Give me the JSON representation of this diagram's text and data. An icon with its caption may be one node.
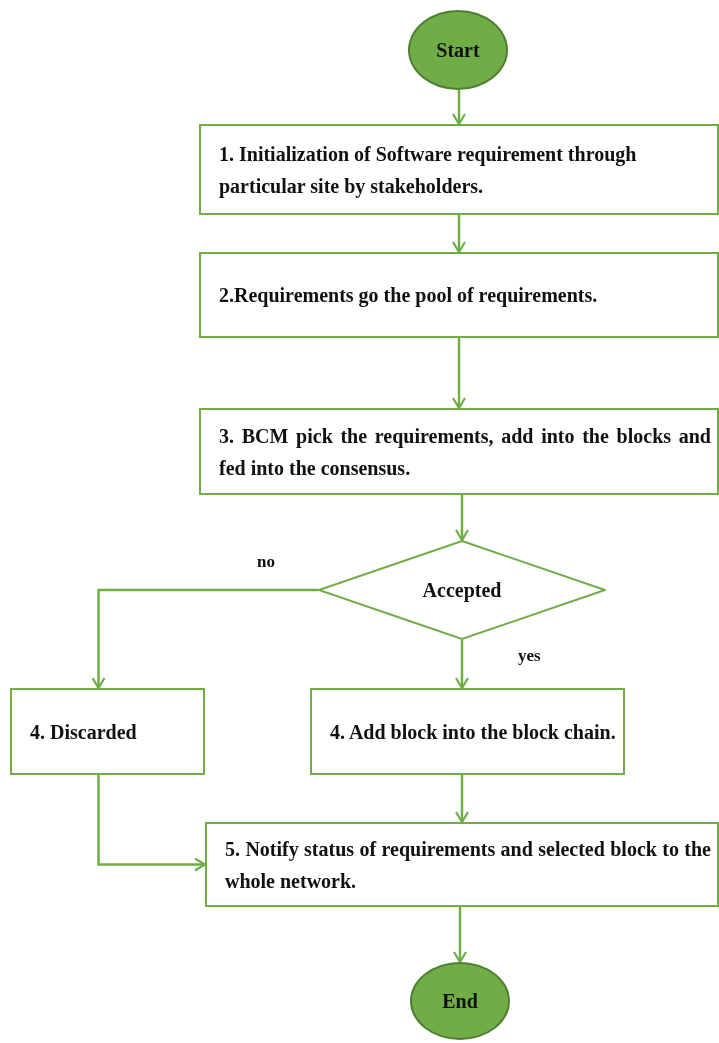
{
  "diagram": {
    "nodes": [
      {
        "text": [
          "Start"
        ]
      },
      {
        "text": [
          "1. Initialization of Software requirement through particular site by stakeholders."
        ]
      },
      {
        "text": [
          "2.Requirements go the pool of requirements."
        ]
      },
      {
        "text": [
          "3. BCM pick the requirements, add into the blocks and fed into the consensus."
        ]
      },
      {
        "text": [
          "Accepted"
        ]
      },
      {
        "text": [
          "4. Discarded"
        ]
      },
      {
        "text": [
          "4. Add block into the block chain."
        ]
      },
      {
        "text": [
          "5. Notify status of requirements and selected block to the whole network."
        ]
      },
      {
        "text": [
          "End"
        ]
      }
    ],
    "edges": [
      {
        "from": 0,
        "to": 1,
        "arrow": "to"
      },
      {
        "from": 1,
        "to": 2,
        "arrow": "to"
      },
      {
        "from": 2,
        "to": 3,
        "arrow": "to"
      },
      {
        "from": 3,
        "to": 4,
        "arrow": "to"
      },
      {
        "from": 4,
        "to": 5,
        "arrow": "to",
        "label": "no"
      },
      {
        "from": 4,
        "to": 6,
        "arrow": "to",
        "label": "yes"
      },
      {
        "from": 5,
        "to": 7,
        "arrow": "to"
      },
      {
        "from": 6,
        "to": 7,
        "arrow": "to"
      },
      {
        "from": 7,
        "to": 8,
        "arrow": "to"
      }
    ]
  }
}
